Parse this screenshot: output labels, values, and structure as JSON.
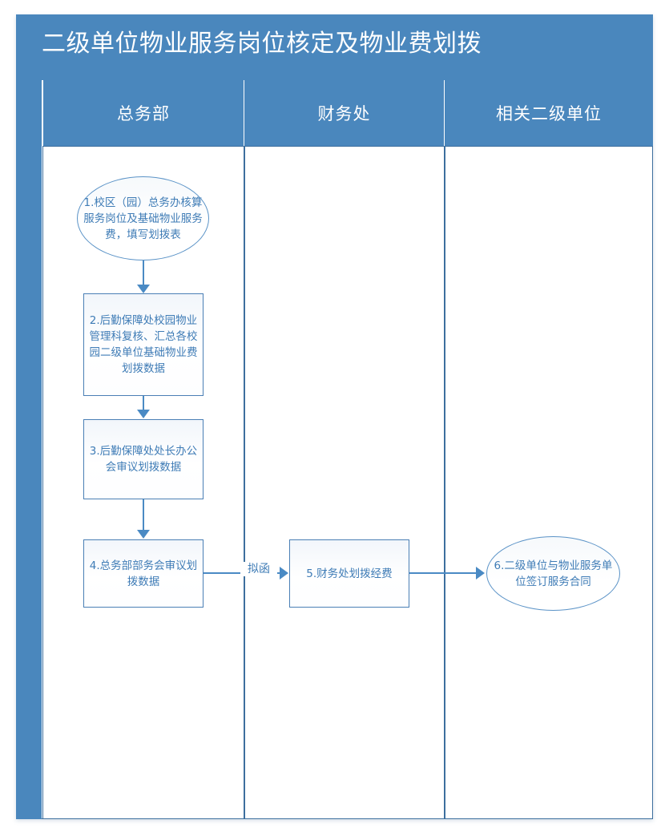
{
  "diagram": {
    "title": "二级单位物业服务岗位核定及物业费划拨",
    "type": "swimlane-flowchart",
    "colors": {
      "header_bg": "#4a87bd",
      "frame_border": "#3d6f9e",
      "node_border": "#4a7fb5",
      "node_text": "#3f7cb6",
      "connector": "#4a8ac4",
      "node_fill": "#f2f6fb"
    },
    "lanes": [
      {
        "id": "lane-1",
        "label": "总务部"
      },
      {
        "id": "lane-2",
        "label": "财务处"
      },
      {
        "id": "lane-3",
        "label": "相关二级单位"
      }
    ],
    "nodes": [
      {
        "id": "node-1",
        "lane": "lane-1",
        "shape": "ellipse",
        "text": "1.校区（园）总务办核算服务岗位及基础物业服务费，填写划拨表"
      },
      {
        "id": "node-2",
        "lane": "lane-1",
        "shape": "rect",
        "text": "2.后勤保障处校园物业管理科复核、汇总各校园二级单位基础物业费划拨数据"
      },
      {
        "id": "node-3",
        "lane": "lane-1",
        "shape": "rect",
        "text": "3.后勤保障处处长办公会审议划拨数据"
      },
      {
        "id": "node-4",
        "lane": "lane-1",
        "shape": "rect",
        "text": "4.总务部部务会审议划拨数据"
      },
      {
        "id": "node-5",
        "lane": "lane-2",
        "shape": "rect",
        "text": "5.财务处划拨经费"
      },
      {
        "id": "node-6",
        "lane": "lane-3",
        "shape": "ellipse",
        "text": "6.二级单位与物业服务单位签订服务合同"
      }
    ],
    "edges": [
      {
        "id": "edge-1-2",
        "from": "node-1",
        "to": "node-2",
        "label": "",
        "direction": "down"
      },
      {
        "id": "edge-2-3",
        "from": "node-2",
        "to": "node-3",
        "label": "",
        "direction": "down"
      },
      {
        "id": "edge-3-4",
        "from": "node-3",
        "to": "node-4",
        "label": "",
        "direction": "down"
      },
      {
        "id": "edge-4-5",
        "from": "node-4",
        "to": "node-5",
        "label": "拟函",
        "direction": "right"
      },
      {
        "id": "edge-5-6",
        "from": "node-5",
        "to": "node-6",
        "label": "",
        "direction": "right"
      }
    ]
  }
}
